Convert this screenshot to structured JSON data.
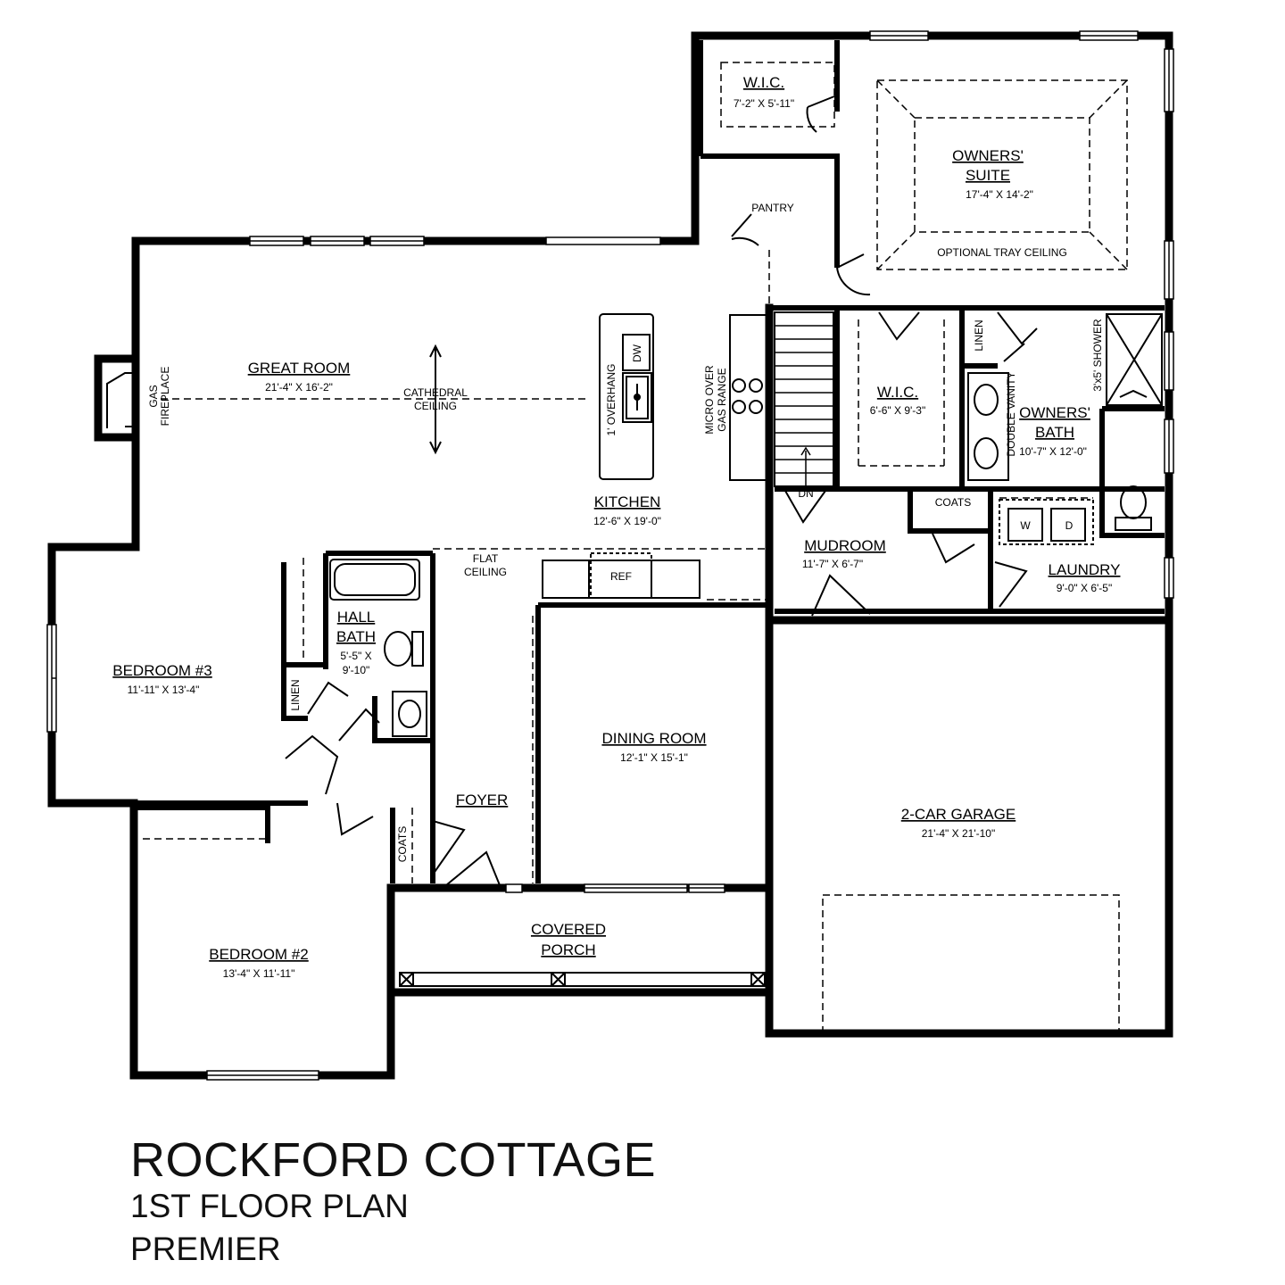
{
  "title": {
    "name": "ROCKFORD COTTAGE",
    "floor": "1ST FLOOR PLAN",
    "series": "PREMIER"
  },
  "rooms": {
    "wic_top": {
      "name": "W.I.C.",
      "dims": "7'-2\" X 5'-11\""
    },
    "owners_suite": {
      "name_line1": "OWNERS'",
      "name_line2": "SUITE",
      "dims": "17'-4\" X 14'-2\"",
      "note": "OPTIONAL TRAY CEILING"
    },
    "pantry": {
      "name": "PANTRY"
    },
    "great_room": {
      "name": "GREAT ROOM",
      "dims": "21'-4\" X 16'-2\""
    },
    "kitchen": {
      "name": "KITCHEN",
      "dims": "12'-6\" X 19'-0\""
    },
    "wic_mid": {
      "name": "W.I.C.",
      "dims": "6'-6\" X 9'-3\""
    },
    "owners_bath": {
      "name_line1": "OWNERS'",
      "name_line2": "BATH",
      "dims": "10'-7\" X 12'-0\""
    },
    "mudroom": {
      "name": "MUDROOM",
      "dims": "11'-7\" X 6'-7\""
    },
    "laundry": {
      "name": "LAUNDRY",
      "dims": "9'-0\" X 6'-5\""
    },
    "bedroom3": {
      "name": "BEDROOM #3",
      "dims": "11'-11\" X 13'-4\""
    },
    "hall_bath": {
      "name_line1": "HALL",
      "name_line2": "BATH",
      "dims_line1": "5'-5\" X",
      "dims_line2": "9'-10\""
    },
    "dining": {
      "name": "DINING ROOM",
      "dims": "12'-1\" X 15'-1\""
    },
    "garage": {
      "name": "2-CAR GARAGE",
      "dims": "21'-4\" X 21'-10\""
    },
    "foyer": {
      "name": "FOYER"
    },
    "porch": {
      "name_line1": "COVERED",
      "name_line2": "PORCH"
    },
    "bedroom2": {
      "name": "BEDROOM #2",
      "dims": "13'-4\" X 11'-11\""
    }
  },
  "labels": {
    "cathedral_line1": "CATHEDRAL",
    "cathedral_line2": "CEILING",
    "flat_line1": "FLAT",
    "flat_line2": "CEILING",
    "gas_line1": "GAS",
    "gas_line2": "FIREPLACE",
    "overhang": "1' OVERHANG",
    "dw": "DW",
    "micro_line1": "MICRO OVER",
    "micro_line2": "GAS RANGE",
    "ref": "REF",
    "dn": "DN",
    "coats_mud": "COATS",
    "coats_foyer": "COATS",
    "linen_bath": "LINEN",
    "linen_hall": "LINEN",
    "double_vanity": "DOUBLE VANITY",
    "shower": "3'x5' SHOWER",
    "washer": "W",
    "dryer": "D"
  }
}
